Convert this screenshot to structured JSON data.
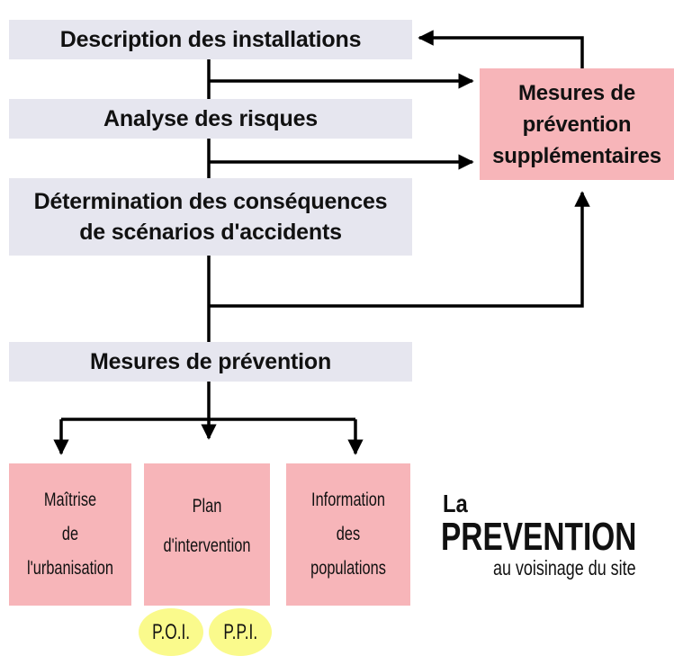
{
  "stages": {
    "description": "Description des installations",
    "analyse": "Analyse des risques",
    "determination_line1": "Détermination des conséquences",
    "determination_line2": "de scénarios d'accidents",
    "mesures": "Mesures de prévention"
  },
  "supplementaires": {
    "line1": "Mesures de",
    "line2": "prévention",
    "line3": "supplémentaires"
  },
  "leaves": {
    "maitrise": [
      "Maîtrise",
      "de",
      "l'urbanisation"
    ],
    "plan": [
      "Plan",
      "d'intervention"
    ],
    "information": [
      "Information",
      "des",
      "populations"
    ]
  },
  "badges": {
    "poi": "P.O.I.",
    "ppi": "P.P.I."
  },
  "caption": {
    "la": "La",
    "prevention": "PREVENTION",
    "subtitle": "au voisinage du site"
  },
  "colors": {
    "stage_fill": "#e6e6ef",
    "measure_fill": "#f7b5b9",
    "badge_fill": "#fafa8c",
    "arrow": "#000000"
  }
}
